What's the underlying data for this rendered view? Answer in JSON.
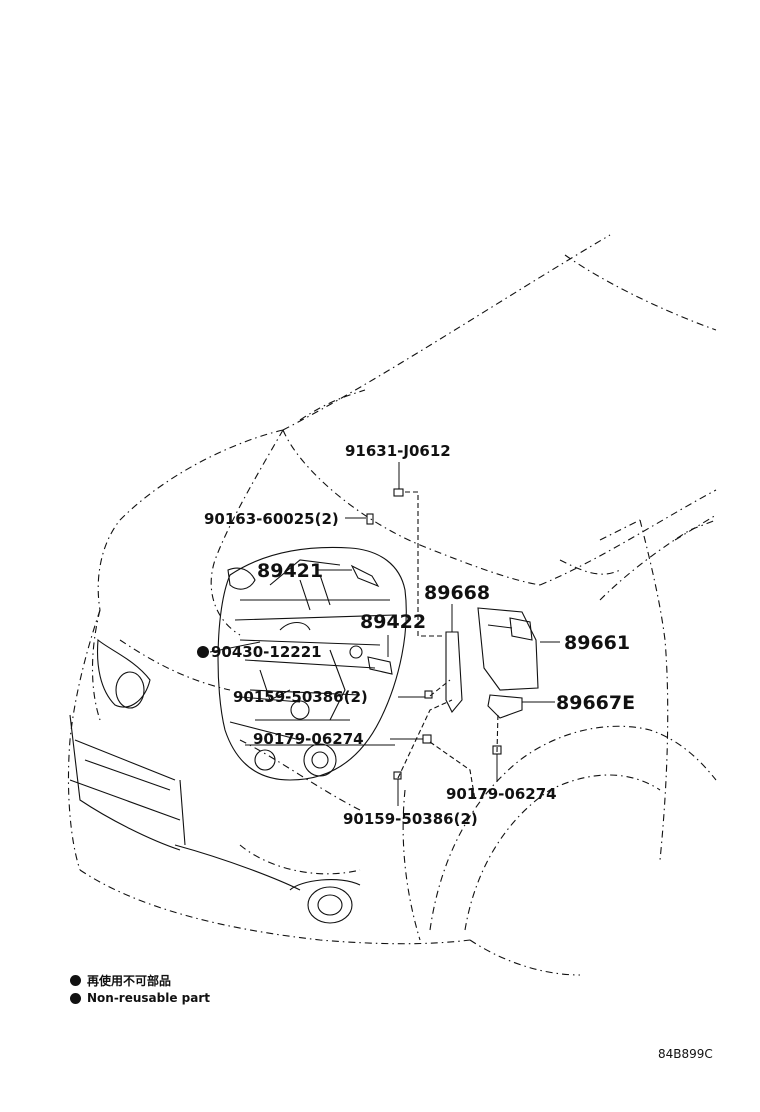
{
  "parts": {
    "p91631": "91631-J0612",
    "p90163": "90163-60025(2)",
    "p89421": "89421",
    "p89668": "89668",
    "p89422": "89422",
    "p90430": "90430-12221",
    "p89661": "89661",
    "p90159_a": "90159-50386(2)",
    "p89667E": "89667E",
    "p90179_a": "90179-06274",
    "p90179_b": "90179-06274",
    "p90159_b": "90159-50386(2)"
  },
  "legend": {
    "jp": "再使用不可部品",
    "en": "Non-reusable part"
  },
  "figure_code": "84B899C"
}
